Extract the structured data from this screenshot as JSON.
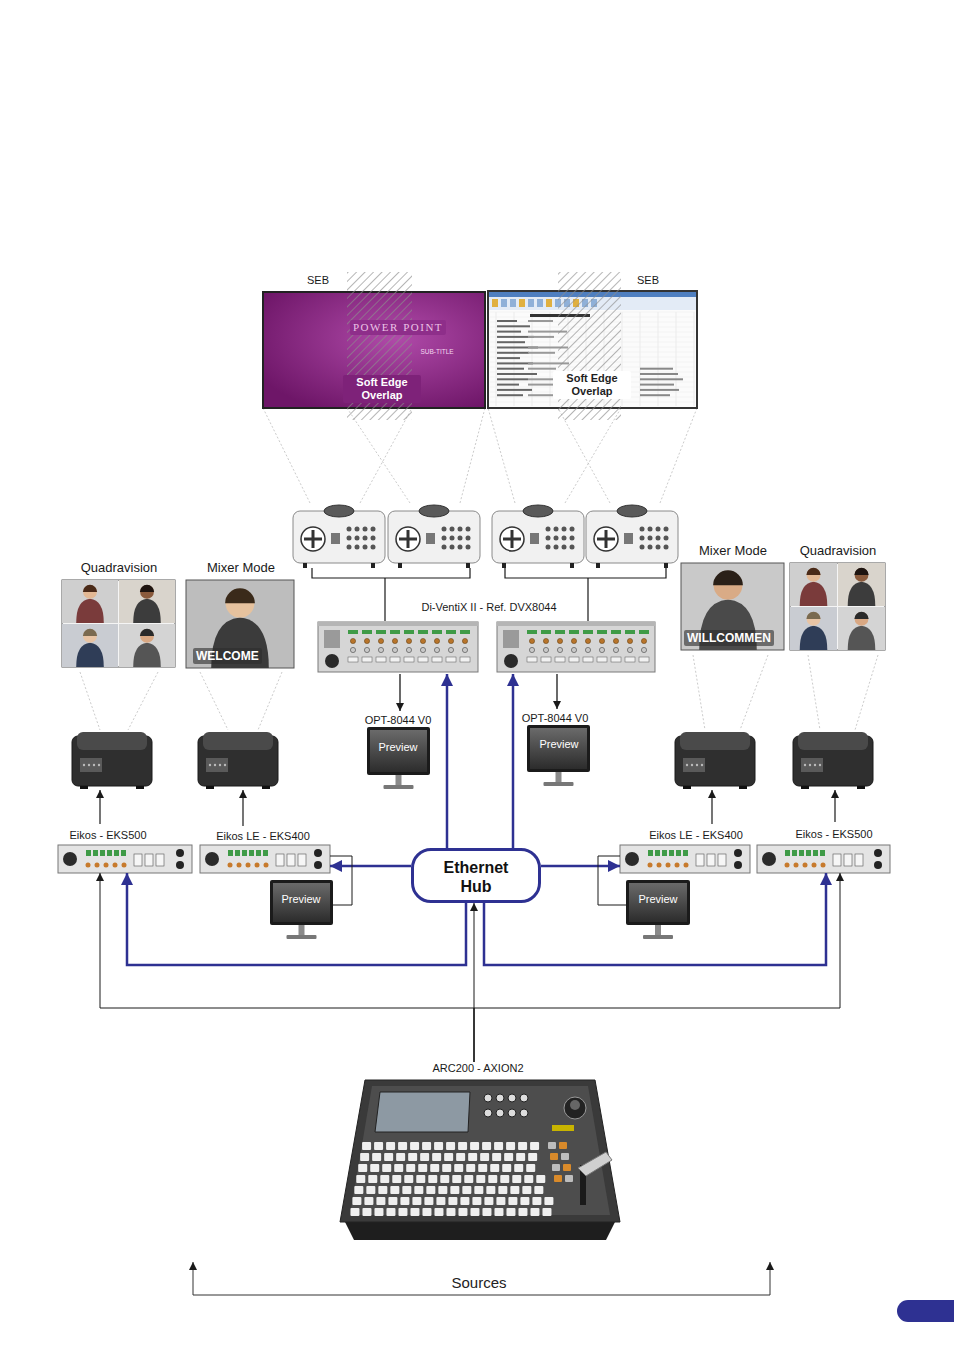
{
  "diagram": {
    "nodes": [
      {
        "text": [
          "SEB",
          "POWER POINT",
          "SUB-TITLE",
          "Soft Edge Overlap"
        ]
      },
      {
        "text": [
          "SEB",
          "Soft Edge Overlap"
        ]
      },
      {
        "text": [
          "Quadravision"
        ]
      },
      {
        "text": [
          "Mixer Mode",
          "WELCOME"
        ]
      },
      {
        "text": [
          "Di-VentiX II - Ref. DVX8044"
        ]
      },
      {
        "text": [
          "Mixer Mode",
          "WILLCOMMEN"
        ]
      },
      {
        "text": [
          "Quadravision"
        ]
      },
      {
        "text": [
          "OPT-8044 V0",
          "Preview"
        ]
      },
      {
        "text": [
          "OPT-8044 V0",
          "Preview"
        ]
      },
      {
        "text": [
          "Eikos - EKS500"
        ]
      },
      {
        "text": [
          "Eikos LE - EKS400"
        ]
      },
      {
        "text": [
          "Ethernet Hub"
        ]
      },
      {
        "text": [
          "Eikos LE - EKS400"
        ]
      },
      {
        "text": [
          "Eikos - EKS500"
        ]
      },
      {
        "text": [
          "Preview"
        ]
      },
      {
        "text": [
          "Preview"
        ]
      },
      {
        "text": [
          "ARC200 - AXION2"
        ]
      }
    ],
    "edges": [
      {
        "from": 4,
        "to": 7,
        "arrow": "to"
      },
      {
        "from": 4,
        "to": 8,
        "arrow": "to"
      },
      {
        "from": 11,
        "to": 4,
        "arrow": "to"
      },
      {
        "from": 11,
        "to": 4,
        "arrow": "to"
      },
      {
        "from": 11,
        "to": 10,
        "arrow": "to"
      },
      {
        "from": 11,
        "to": 12,
        "arrow": "to"
      },
      {
        "from": 11,
        "to": 9,
        "arrow": "to"
      },
      {
        "from": 11,
        "to": 13,
        "arrow": "to"
      },
      {
        "from": 16,
        "to": 9,
        "arrow": "to"
      },
      {
        "from": 16,
        "to": 13,
        "arrow": "to"
      },
      {
        "from": 16,
        "to": 11,
        "arrow": "to"
      },
      {
        "from": 10,
        "to": 14,
        "arrow": "none"
      },
      {
        "from": 12,
        "to": 15,
        "arrow": "none"
      }
    ],
    "labels": [
      "Sources"
    ]
  }
}
